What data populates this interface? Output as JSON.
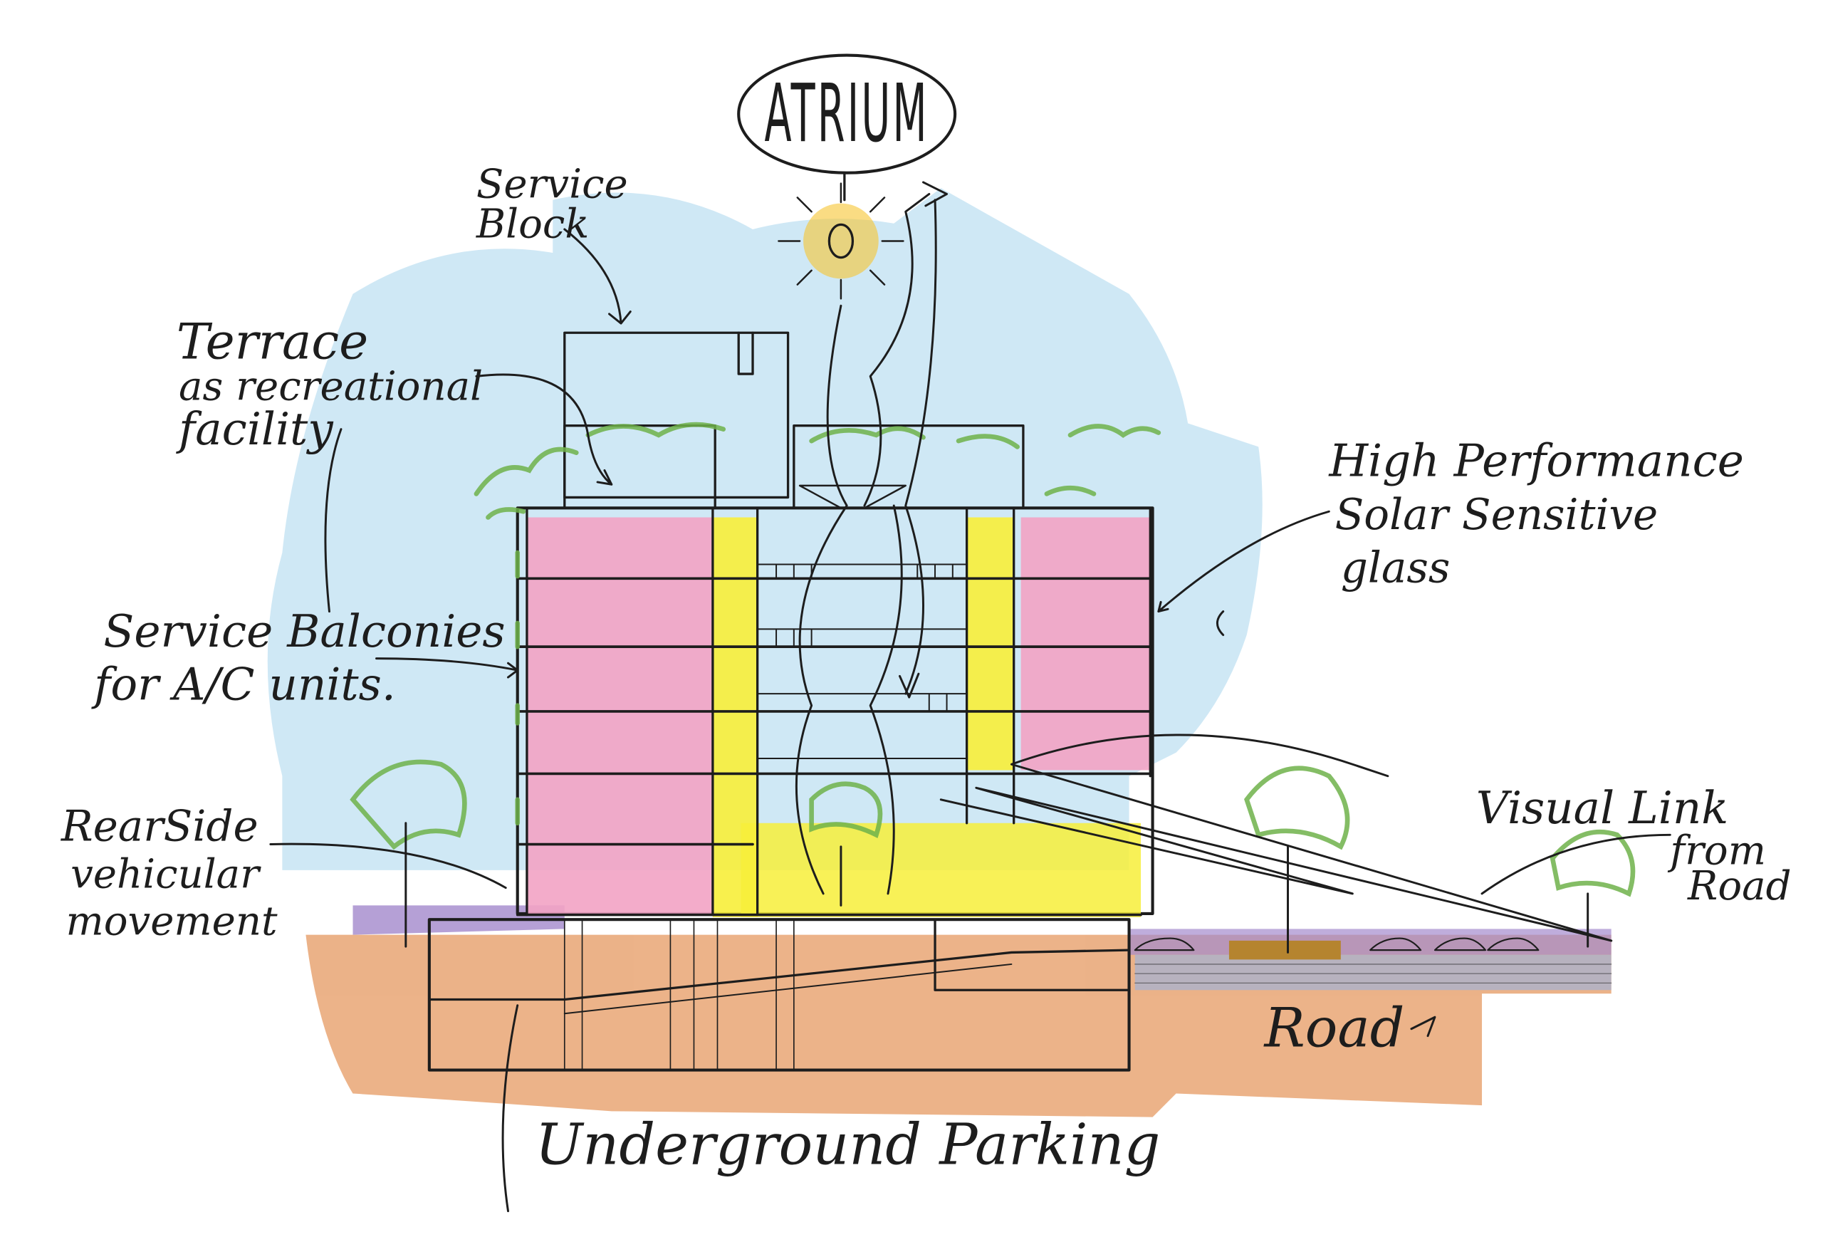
{
  "labels": {
    "atrium": "ATRIUM",
    "service_block_1": "Service",
    "service_block_2": "Block",
    "terrace_1": "Terrace",
    "terrace_2": "as recreational",
    "terrace_3": "facility",
    "high_perf_1": "High Performance",
    "high_perf_2": "Solar Sensitive",
    "high_perf_3": "glass",
    "service_balc_1": "Service Balconies",
    "service_balc_2": "for A/C units.",
    "rearside_1": "RearSide",
    "rearside_2": "vehicular",
    "rearside_3": "movement",
    "visual_1": "Visual Link",
    "visual_2": "from",
    "visual_3": "Road",
    "road": "Road",
    "underground": "Underground Parking"
  },
  "colors": {
    "sky": "#bfe0f2",
    "apartments": "#f2a3c4",
    "atrium_light": "#f7ee3a",
    "foliage": "#6fb24a",
    "ground": "#d98a4d",
    "ground_surface": "#8c6cc0",
    "road_paving": "#b7b2bf",
    "sun": "#f6c531",
    "ink": "#1d1d1d"
  }
}
